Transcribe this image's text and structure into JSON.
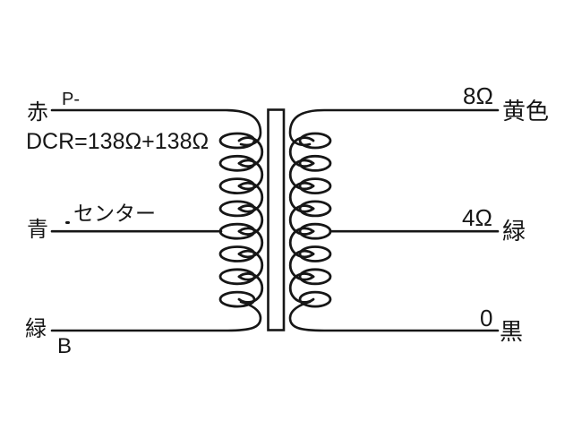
{
  "diagram": {
    "type": "transformer-wiring-diagram",
    "colors": {
      "line": "#161616",
      "background": "#ffffff"
    },
    "primary": {
      "top_terminal": {
        "wire_color": "赤",
        "pin_label": "P-"
      },
      "dcr_note": "DCR=138Ω+138Ω",
      "center_terminal": {
        "wire_color": "青",
        "tap_label": "センター"
      },
      "bottom_terminal": {
        "wire_color": "緑",
        "pin_label": "B"
      }
    },
    "secondary": {
      "top_terminal": {
        "impedance": "8Ω",
        "wire_color": "黄色"
      },
      "center_terminal": {
        "impedance": "4Ω",
        "wire_color": "緑"
      },
      "bottom_terminal": {
        "impedance": "0",
        "wire_color": "黒"
      }
    }
  }
}
